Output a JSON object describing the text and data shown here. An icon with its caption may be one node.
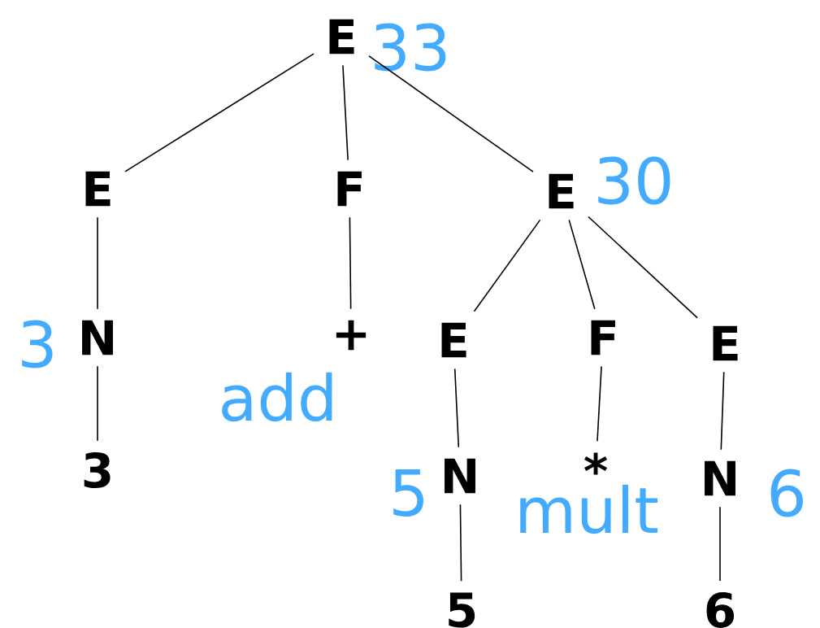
{
  "diagram": {
    "nodes": [
      {
        "text": [
          "E"
        ],
        "beside": [
          "33"
        ]
      },
      {
        "text": [
          "E"
        ]
      },
      {
        "text": [
          "F"
        ]
      },
      {
        "text": [
          "E"
        ],
        "beside": [
          "30"
        ]
      },
      {
        "text": [
          "N"
        ],
        "beside": [
          "3"
        ]
      },
      {
        "text": [
          "+"
        ],
        "beside": [
          "add"
        ]
      },
      {
        "text": [
          "E"
        ]
      },
      {
        "text": [
          "F"
        ]
      },
      {
        "text": [
          "E"
        ]
      },
      {
        "text": [
          "3"
        ]
      },
      {
        "text": [
          "N"
        ],
        "beside": [
          "5"
        ]
      },
      {
        "text": [
          "*"
        ],
        "beside": [
          "mult"
        ]
      },
      {
        "text": [
          "N"
        ],
        "beside": [
          "6"
        ]
      },
      {
        "text": [
          "5"
        ]
      },
      {
        "text": [
          "6"
        ]
      }
    ],
    "edges": [
      {
        "from": 0,
        "to": 1,
        "arrow": "none"
      },
      {
        "from": 0,
        "to": 2,
        "arrow": "none"
      },
      {
        "from": 0,
        "to": 3,
        "arrow": "none"
      },
      {
        "from": 1,
        "to": 4,
        "arrow": "none"
      },
      {
        "from": 2,
        "to": 5,
        "arrow": "none"
      },
      {
        "from": 3,
        "to": 6,
        "arrow": "none"
      },
      {
        "from": 3,
        "to": 7,
        "arrow": "none"
      },
      {
        "from": 3,
        "to": 8,
        "arrow": "none"
      },
      {
        "from": 4,
        "to": 9,
        "arrow": "none"
      },
      {
        "from": 6,
        "to": 10,
        "arrow": "none"
      },
      {
        "from": 7,
        "to": 11,
        "arrow": "none"
      },
      {
        "from": 8,
        "to": 12,
        "arrow": "none"
      },
      {
        "from": 10,
        "to": 13,
        "arrow": "none"
      },
      {
        "from": 12,
        "to": 14,
        "arrow": "none"
      }
    ]
  }
}
